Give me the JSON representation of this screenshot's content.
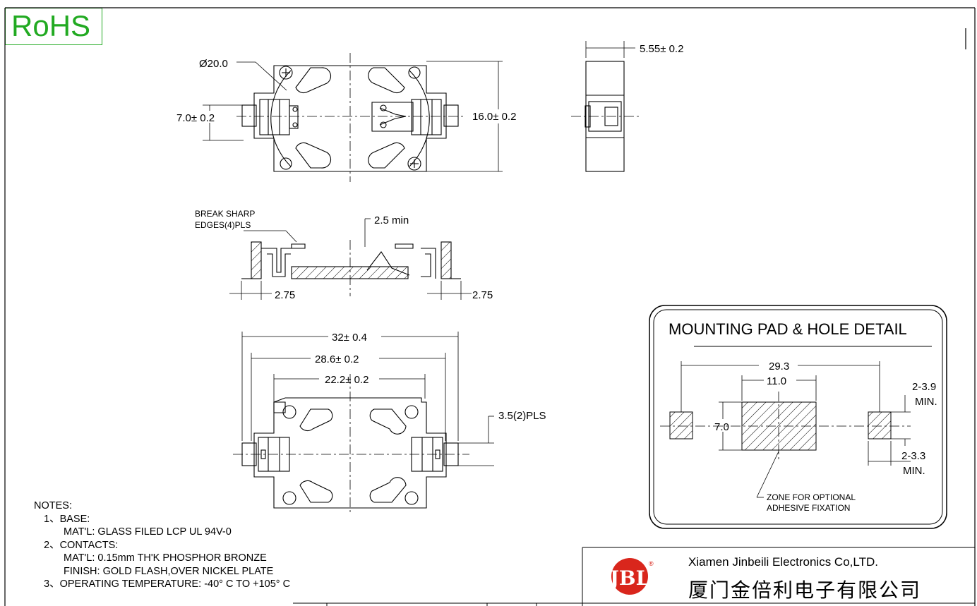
{
  "badge": {
    "rohs": "RoHS"
  },
  "top_view": {
    "diameter": "Ø20.0",
    "height": "7.0± 0.2",
    "width": "16.0± 0.2"
  },
  "side_view": {
    "thickness": "5.55± 0.2"
  },
  "section_view": {
    "break_edges_line1": "BREAK SHARP",
    "break_edges_line2": "EDGES(4)PLS",
    "min_height": "2.5 min",
    "left_offset": "2.75",
    "right_offset": "2.75"
  },
  "bottom_view": {
    "overall": "32± 0.4",
    "mid": "28.6± 0.2",
    "inner": "22.2± 0.2",
    "pins": "3.5(2)PLS"
  },
  "mounting_pad": {
    "title": "MOUNTING PAD & HOLE DETAIL",
    "span": "29.3",
    "center_width": "11.0",
    "center_height": "7.0",
    "pad_height_line1": "2-3.9",
    "pad_height_line2": "MIN.",
    "pad_width_line1": "2-3.3",
    "pad_width_line2": "MIN.",
    "zone_line1": "ZONE FOR OPTIONAL",
    "zone_line2": "ADHESIVE FIXATION"
  },
  "notes": {
    "title": "NOTES:",
    "base": "1、BASE:",
    "base_material": "MAT'L: GLASS FILED LCP UL 94V-0",
    "contacts": "2、CONTACTS:",
    "contacts_material": "MAT'L: 0.15mm TH'K PHOSPHOR BRONZE",
    "contacts_finish": "FINISH: GOLD FLASH,OVER NICKEL PLATE",
    "temperature": "3、OPERATING TEMPERATURE: -40° C TO +105° C"
  },
  "title_block": {
    "logo": "JBL",
    "registered": "®",
    "company_en": "Xiamen Jinbeili Electronics Co,LTD.",
    "company_cn": "厦门金倍利电子有限公司"
  },
  "colors": {
    "rohs": "#22aa22",
    "logo": "#d9261c",
    "line": "#000000"
  }
}
